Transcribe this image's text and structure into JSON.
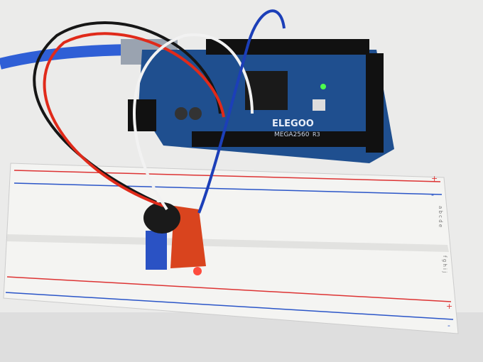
{
  "photo": {
    "board": {
      "brand": "ELEGOO",
      "model": "MEGA2560",
      "revision": "R3",
      "color": "#1f4f8f"
    },
    "breadboard": {
      "plus_label": "+",
      "minus_label": "-",
      "row_letters_top": "a b c d e",
      "row_letters_bottom": "f g h i j"
    },
    "module": {
      "color": "#d9441e"
    },
    "wires": {
      "red": "#e02a1a",
      "black": "#161616",
      "white": "#f2f2f2",
      "blue": "#1c3fb8"
    },
    "usb_cable_color": "#2f5fd6",
    "led_color": "#ff3a2a"
  }
}
